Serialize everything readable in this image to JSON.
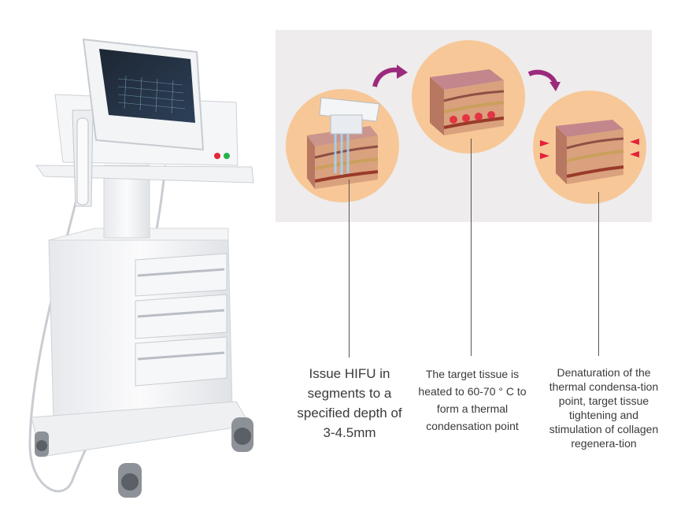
{
  "steps": [
    {
      "caption": "Issue HIFU in segments to a specified depth of 3-4.5mm"
    },
    {
      "caption": "The target tissue is heated to 60-70 ° C to form a thermal condensation point"
    },
    {
      "caption": "Denaturation of the thermal condensa-tion point, target tissue tightening and stimulation of collagen regenera-tion"
    }
  ],
  "colors": {
    "panel_background": "#eeecec",
    "circle_fill": "#f7c797",
    "arrow": "#9c2a7c",
    "heat_point": "#e4213b"
  }
}
